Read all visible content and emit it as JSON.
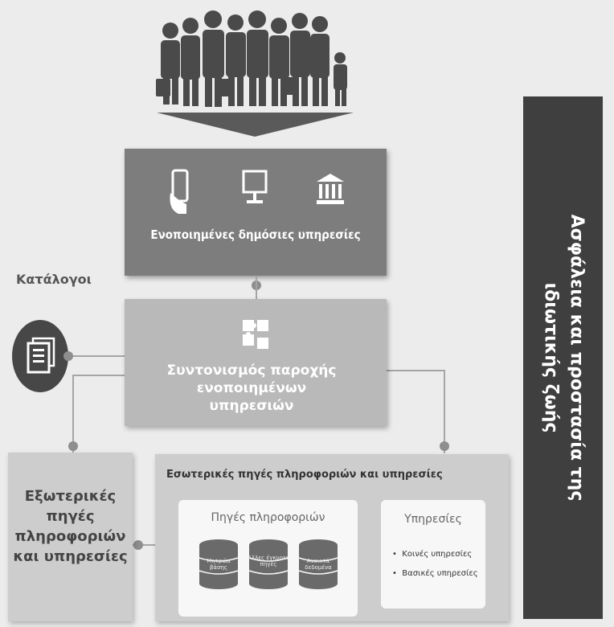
{
  "services_box": {
    "label": "Ενοποιημένες δημόσιες υπηρεσίες"
  },
  "coordination_box": {
    "label": "Συντονισμός παροχής ενοποιημένων υπηρεσιών"
  },
  "catalogs": {
    "label": "Κατάλογοι"
  },
  "external_box": {
    "label": "Εξωτερικές πηγές πληροφοριών και υπηρεσίες"
  },
  "internal_box": {
    "title": "Εσωτερικές πηγές πληροφοριών και υπηρεσίες",
    "info_sources": {
      "title": "Πηγές πληροφοριών",
      "databases": [
        "Μητρώα βάσης",
        "Άλλες έγκυρες πηγές",
        "Ανοικτά δεδομένα"
      ]
    },
    "services": {
      "title": "Υπηρεσίες",
      "items": [
        "Κοινές υπηρεσίες",
        "Βασικές υπηρεσίες"
      ]
    }
  },
  "side_bar": {
    "label": "Ασφάλεια και προστασία της ιδιωτικής ζωής"
  },
  "icons": [
    "people-icon",
    "arrow-down-icon",
    "mobile-icon",
    "computer-icon",
    "building-icon",
    "puzzle-icon",
    "document-stack-icon",
    "database-icon"
  ],
  "colors": {
    "dark": "#3f3f3f",
    "mid": "#7d7d7d",
    "light": "#b9b9b9",
    "pale": "#cdcdcd"
  }
}
